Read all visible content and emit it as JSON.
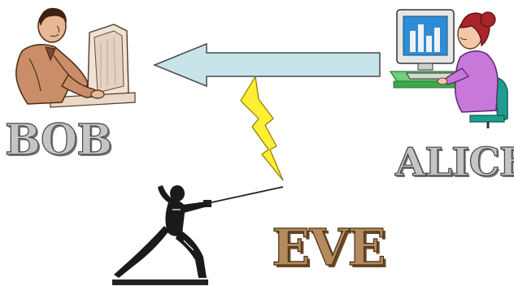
{
  "labels": {
    "bob": "BOB",
    "alice": "ALICE",
    "eve": "EVE"
  },
  "colors": {
    "arrow_fill": "#c6e4ea",
    "arrow_stroke": "#4a4a4a",
    "lightning_fill": "#ffee33",
    "lightning_stroke": "#8a7a00",
    "eve_text": "#b48a5e",
    "name_text": "#c4c4c4"
  },
  "icons": {
    "bob": "man-at-computer-icon",
    "alice": "woman-at-computer-icon",
    "eve": "fencer-icon",
    "transmission": "left-arrow-icon",
    "intercept": "lightning-bolt-icon"
  }
}
